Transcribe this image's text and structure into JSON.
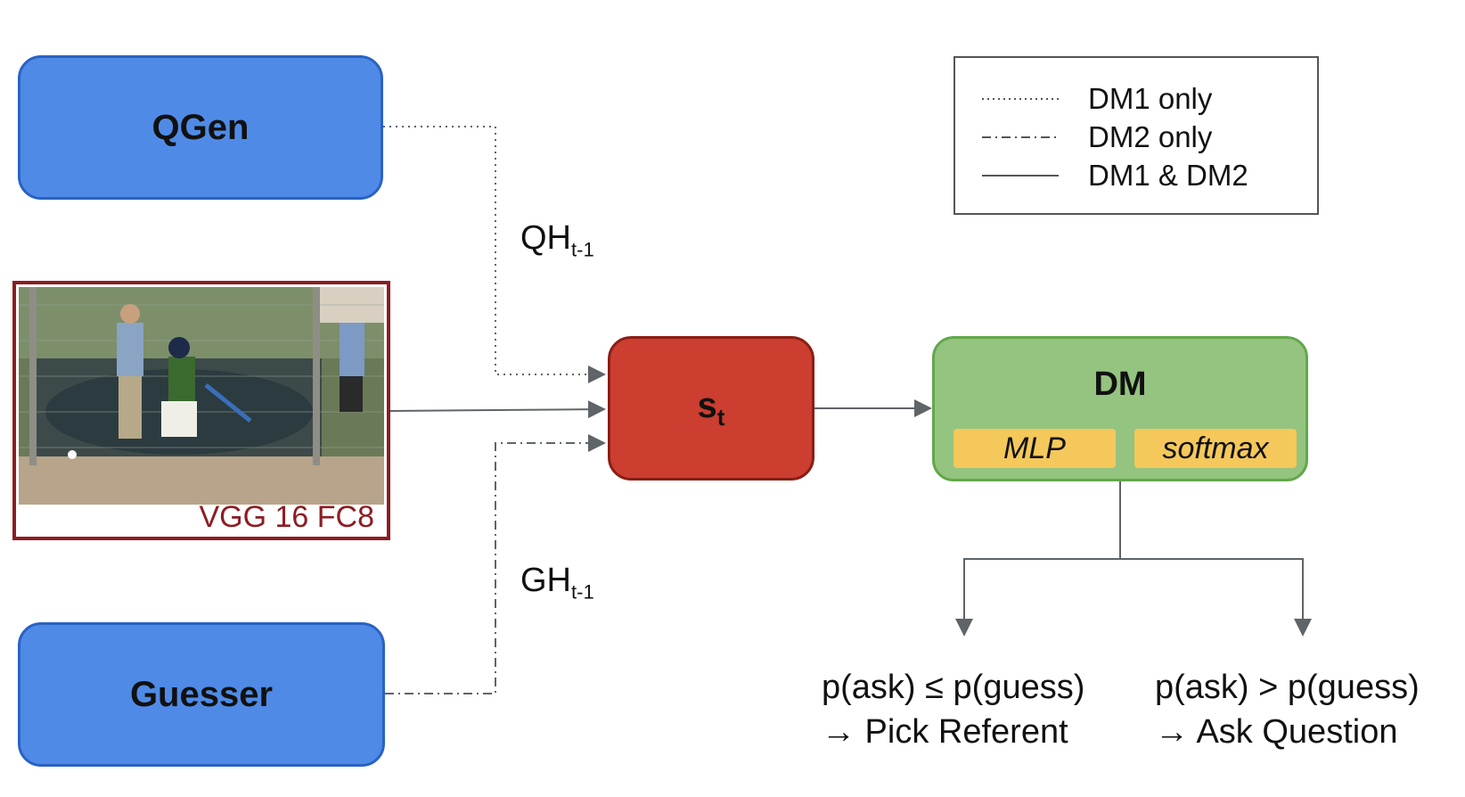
{
  "nodes": {
    "qgen": "QGen",
    "guesser": "Guesser",
    "image_label": "VGG 16 FC8",
    "state_main": "s",
    "state_sub": "t",
    "dm_title": "DM",
    "mlp": "MLP",
    "softmax": "softmax"
  },
  "edges": {
    "qh_main": "QH",
    "qh_sub": "t-1",
    "gh_main": "GH",
    "gh_sub": "t-1"
  },
  "legend": {
    "dotted": "DM1 only",
    "dashdot": "DM2 only",
    "solid": "DM1 & DM2"
  },
  "outcomes": {
    "left_condition": "p(ask) ≤ p(guess)",
    "left_action": "→ Pick Referent",
    "right_condition": "p(ask) > p(guess)",
    "right_action": "→ Ask Question"
  },
  "colors": {
    "blue": "#4f8be6",
    "red": "#cb3e30",
    "green": "#94c47f",
    "yellow": "#f4c85a",
    "image_border": "#8c1d24",
    "connector": "#5f6469"
  }
}
